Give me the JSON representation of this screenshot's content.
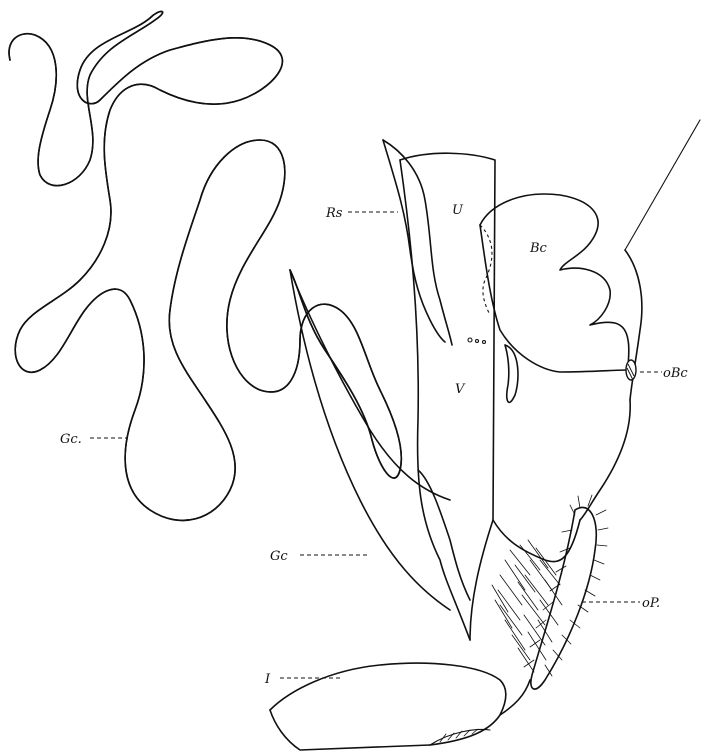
{
  "labels": {
    "rs": "Rs",
    "u": "U",
    "bc": "Bc",
    "obc": "oBc",
    "v": "V",
    "gc_coil": "Gc.",
    "gc_gland": "Gc",
    "op": "oP.",
    "i": "I"
  },
  "colors": {
    "ink": "#111111",
    "paper": "#ffffff"
  }
}
